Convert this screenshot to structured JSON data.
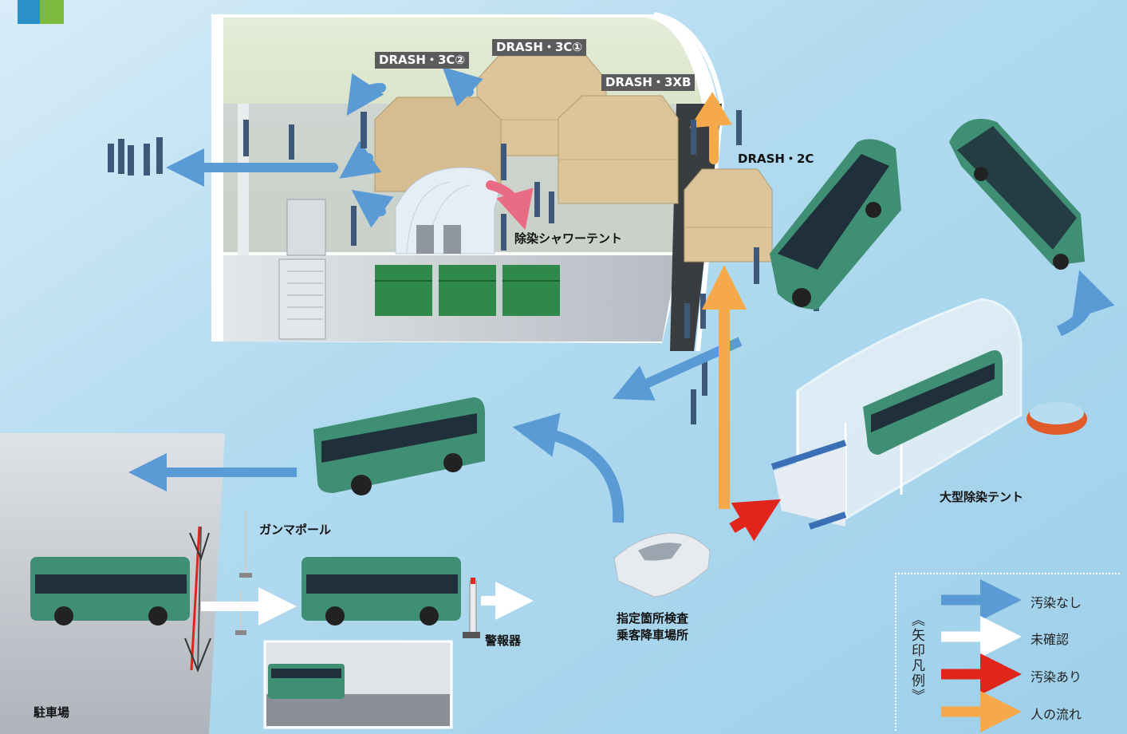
{
  "labels": {
    "drash_3c2": "DRASH・3C②",
    "drash_3c1": "DRASH・3C①",
    "drash_3xb": "DRASH・3XB",
    "drash_2c": "DRASH・2C",
    "shower_tent": "除染シャワーテント",
    "gamma_pole": "ガンマポール",
    "alarm": "警報器",
    "inspection_line1": "指定箇所検査",
    "inspection_line2": "乗客降車場所",
    "large_tent": "大型除染テント",
    "parking": "駐車場"
  },
  "legend": {
    "title": "《矢印凡例》",
    "items": [
      {
        "label": "汚染なし",
        "color": "#5b9bd5"
      },
      {
        "label": "未確認",
        "color": "#ffffff"
      },
      {
        "label": "汚染あり",
        "color": "#e0261c"
      },
      {
        "label": "人の流れ",
        "color": "#f5a94a"
      }
    ]
  },
  "colors": {
    "bus_green": "#3f8f74",
    "tent_beige": "#dcc59b",
    "arrow_blue": "#5b9bd5",
    "arrow_orange": "#f5a94a",
    "arrow_red": "#e0261c",
    "background": "#a9d7ee"
  }
}
